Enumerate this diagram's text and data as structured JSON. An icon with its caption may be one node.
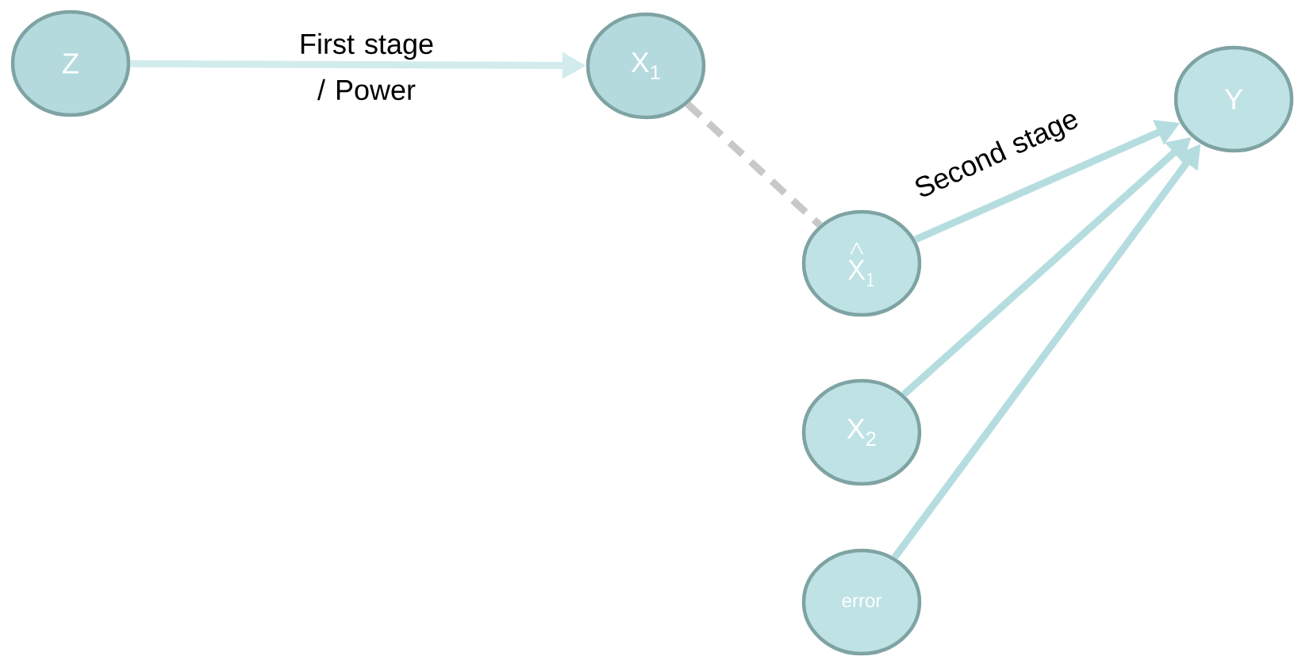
{
  "diagram": {
    "nodes": [
      {
        "text": [
          "Z"
        ]
      },
      {
        "text": [
          "X$_{1}$"
        ]
      },
      {
        "text": [
          "\\overset{\\boldsymbol{\\wedge}}{\\mathsf{X}}_{\\mathsf{1}}"
        ]
      },
      {
        "text": [
          "X$_{2}$"
        ]
      },
      {
        "text": [
          "error"
        ]
      },
      {
        "text": [
          "Y"
        ]
      }
    ],
    "edges": [
      {
        "from": 0,
        "to": 1,
        "arrow": "to",
        "label": "First stage / Power",
        "color": "#d2ecee"
      },
      {
        "from": 1,
        "to": 2,
        "arrow": "none",
        "style": "dashed",
        "color": "#c8c8c8"
      },
      {
        "from": 2,
        "to": 5,
        "arrow": "to",
        "label": "Second stage"
      },
      {
        "from": 3,
        "to": 5,
        "arrow": "to"
      },
      {
        "from": 4,
        "to": 5,
        "arrow": "to"
      }
    ]
  }
}
